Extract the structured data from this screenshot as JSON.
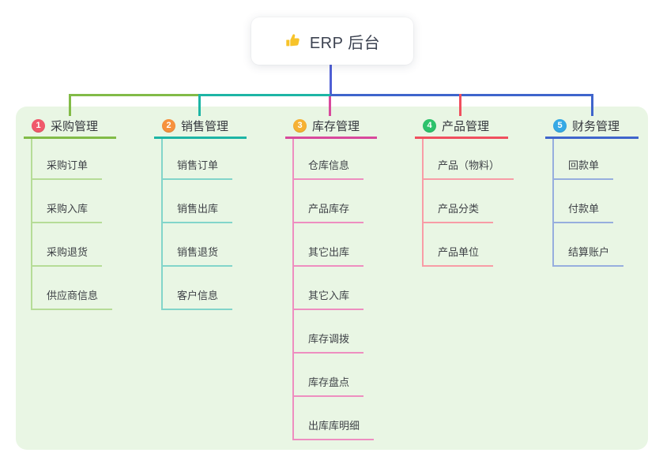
{
  "app": {
    "title": "ERP 后台",
    "title_icon": "thumbs-up-icon"
  },
  "colors": {
    "canvas_bg": "#ffffff",
    "panel_bg": "#e9f6e4",
    "root_connector": "#4f5fd5",
    "icon_gold": "#f7c32a"
  },
  "branches": [
    {
      "index": "1",
      "label": "采购管理",
      "badge_color": "#f0596b",
      "line_color": "#82bb47",
      "child_line_color": "#b6dc97",
      "children": [
        "采购订单",
        "采购入库",
        "采购退货",
        "供应商信息"
      ]
    },
    {
      "index": "2",
      "label": "销售管理",
      "badge_color": "#f6913d",
      "line_color": "#1db5a5",
      "child_line_color": "#82d5ca",
      "children": [
        "销售订单",
        "销售出库",
        "销售退货",
        "客户信息"
      ]
    },
    {
      "index": "3",
      "label": "库存管理",
      "badge_color": "#f6b133",
      "line_color": "#d8499c",
      "child_line_color": "#ee8ec0",
      "children": [
        "仓库信息",
        "产品库存",
        "其它出库",
        "其它入库",
        "库存调拨",
        "库存盘点",
        "出库库明细"
      ]
    },
    {
      "index": "4",
      "label": "产品管理",
      "badge_color": "#2dc26b",
      "line_color": "#f04f5e",
      "child_line_color": "#f89ca6",
      "children": [
        "产品（物料）",
        "产品分类",
        "产品单位"
      ]
    },
    {
      "index": "5",
      "label": "财务管理",
      "badge_color": "#35a9e5",
      "line_color": "#3f65cc",
      "child_line_color": "#97aede",
      "children": [
        "回款单",
        "付款单",
        "结算账户"
      ]
    }
  ]
}
